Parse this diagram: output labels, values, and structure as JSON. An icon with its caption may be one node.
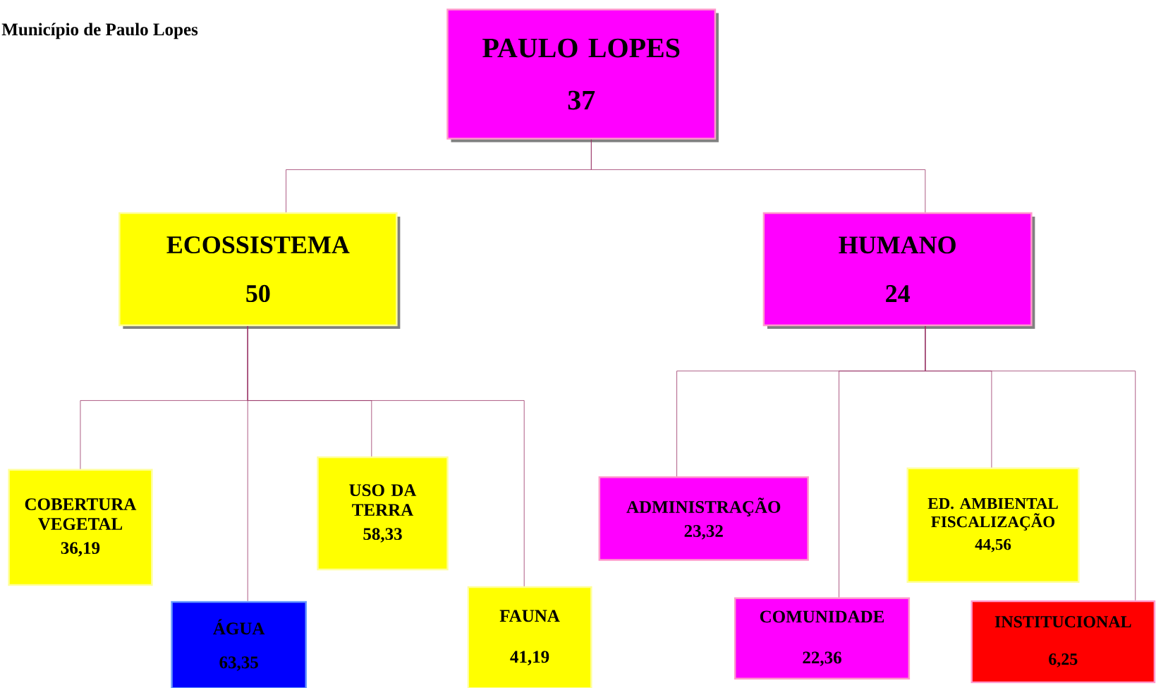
{
  "diagram": {
    "nodes": [
      {
        "text": [
          "PAULO LOPES",
          "37"
        ]
      },
      {
        "text": [
          "ECOSSISTEMA",
          "50"
        ]
      },
      {
        "text": [
          "HUMANO",
          "24"
        ]
      },
      {
        "text": [
          "COBERTURA VEGETAL",
          "36,19"
        ]
      },
      {
        "text": [
          "ÁGUA",
          "63,35"
        ]
      },
      {
        "text": [
          "USO DA TERRA",
          "58,33"
        ]
      },
      {
        "text": [
          "FAUNA",
          "41,19"
        ]
      },
      {
        "text": [
          "ADMINISTRAÇÃO",
          "23,32"
        ]
      },
      {
        "text": [
          "COMUNIDADE",
          "22,36"
        ]
      },
      {
        "text": [
          "ED. AMBIENTAL FISCALIZAÇÃO",
          "44,56"
        ]
      },
      {
        "text": [
          "INSTITUCIONAL",
          "6,25"
        ]
      }
    ],
    "edges": [
      {
        "from": 0,
        "to": 1,
        "arrow": "none"
      },
      {
        "from": 0,
        "to": 2,
        "arrow": "none"
      },
      {
        "from": 1,
        "to": 3,
        "arrow": "none"
      },
      {
        "from": 1,
        "to": 4,
        "arrow": "none"
      },
      {
        "from": 1,
        "to": 5,
        "arrow": "none"
      },
      {
        "from": 1,
        "to": 6,
        "arrow": "none"
      },
      {
        "from": 2,
        "to": 7,
        "arrow": "none"
      },
      {
        "from": 2,
        "to": 8,
        "arrow": "none"
      },
      {
        "from": 2,
        "to": 9,
        "arrow": "none"
      },
      {
        "from": 2,
        "to": 10,
        "arrow": "none"
      }
    ],
    "labels": [
      "Município de Paulo Lopes"
    ]
  }
}
